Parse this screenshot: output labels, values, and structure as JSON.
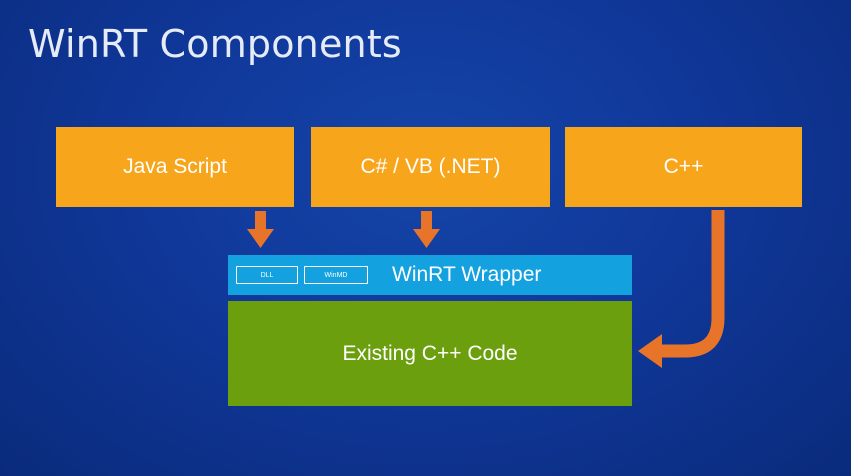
{
  "slide": {
    "title": "WinRT Components"
  },
  "languages": [
    {
      "label": "Java Script"
    },
    {
      "label": "C# / VB (.NET)"
    },
    {
      "label": "C++"
    }
  ],
  "wrapper": {
    "label": "WinRT Wrapper",
    "chips": [
      "DLL",
      "WinMD"
    ]
  },
  "core": {
    "label": "Existing C++ Code"
  },
  "colors": {
    "background": "#10389a",
    "language_box": "#f7a51b",
    "wrapper": "#14a1e0",
    "core": "#6b9f0e",
    "arrow": "#e8742a"
  }
}
